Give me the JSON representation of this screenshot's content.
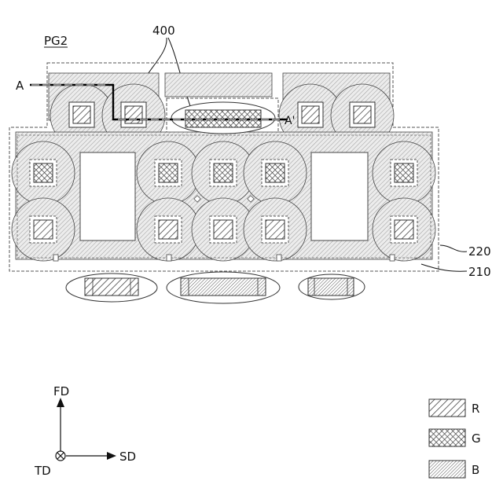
{
  "figure": {
    "page_label": "PG2",
    "ref_400": "400",
    "ref_220": "220",
    "ref_210": "210",
    "section_start": "A",
    "section_end": "A'"
  },
  "axes": {
    "fd": "FD",
    "sd": "SD",
    "td": "TD"
  },
  "legend": {
    "items": [
      {
        "key": "R",
        "pattern": "hatch-r"
      },
      {
        "key": "G",
        "pattern": "hatch-g"
      },
      {
        "key": "B",
        "pattern": "hatch-b"
      }
    ]
  },
  "colors": {
    "line": "#222222",
    "body_fill": "#d9d9d9",
    "background": "#ffffff"
  }
}
